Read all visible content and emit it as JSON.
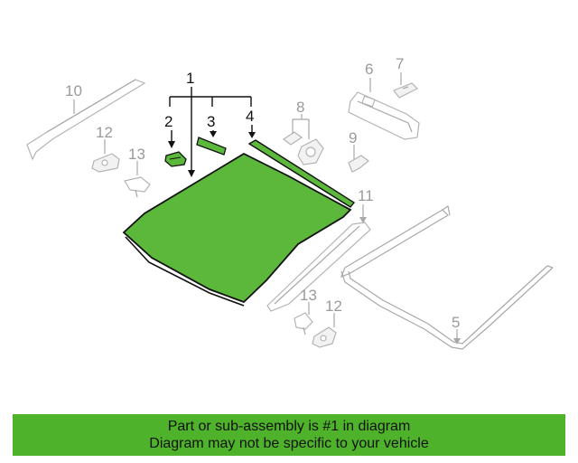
{
  "diagram": {
    "highlight_color": "#5cb83a",
    "callouts": [
      {
        "id": "1",
        "text": "1"
      },
      {
        "id": "2",
        "text": "2"
      },
      {
        "id": "3",
        "text": "3"
      },
      {
        "id": "4",
        "text": "4"
      },
      {
        "id": "5",
        "text": "5"
      },
      {
        "id": "6",
        "text": "6"
      },
      {
        "id": "7",
        "text": "7"
      },
      {
        "id": "8",
        "text": "8"
      },
      {
        "id": "9",
        "text": "9"
      },
      {
        "id": "10",
        "text": "10"
      },
      {
        "id": "11",
        "text": "11"
      },
      {
        "id": "12a",
        "text": "12"
      },
      {
        "id": "12b",
        "text": "12"
      },
      {
        "id": "13a",
        "text": "13"
      },
      {
        "id": "13b",
        "text": "13"
      }
    ]
  },
  "banner": {
    "color": "#4fb22b",
    "line1": "Part or sub-assembly is #1 in diagram",
    "line2": "Diagram may not be specific to your vehicle"
  }
}
